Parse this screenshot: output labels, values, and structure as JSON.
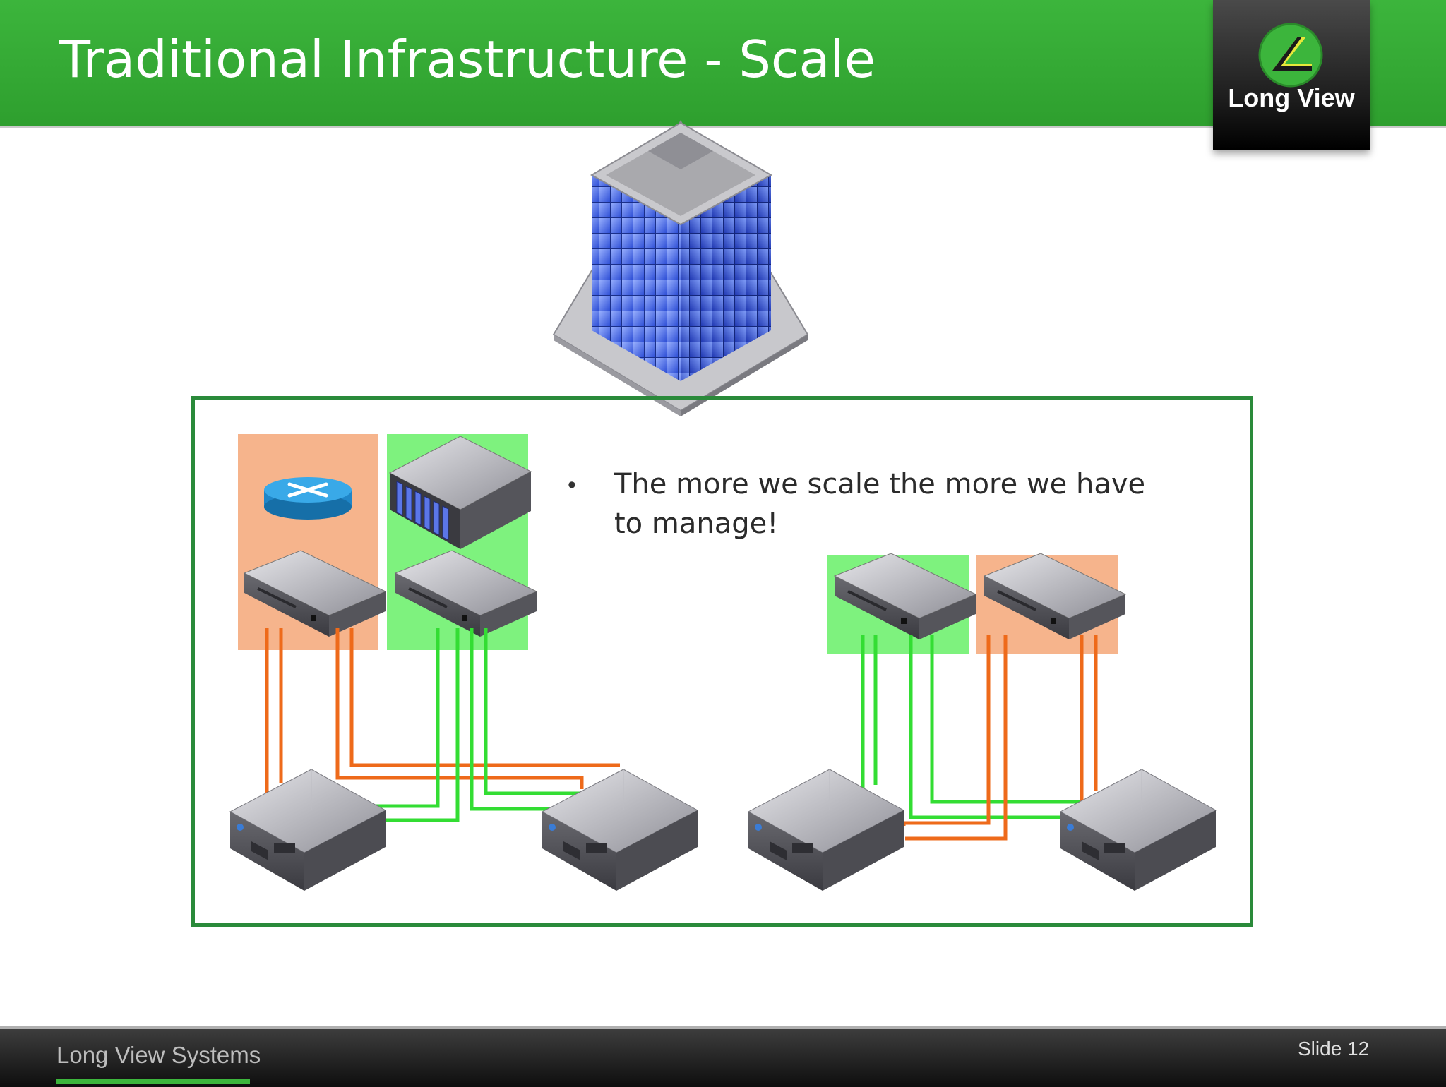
{
  "slide": {
    "title": "Traditional Infrastructure - Scale",
    "logo_text": "Long View",
    "bullet": "The more we scale the more we have to manage!",
    "footer_company": "Long View Systems",
    "slide_number": "Slide 12"
  },
  "diagram": {
    "icons": {
      "building": "office-building-icon",
      "router": "router-icon",
      "blade": "blade-server-icon",
      "switch": "network-switch-icon",
      "server": "rack-server-icon"
    },
    "colors": {
      "header_green": "#3cb53c",
      "frame_green": "#2a8a3a",
      "link_orange": "#ee6a1a",
      "link_green": "#33dd33",
      "zone_orange": "#f6b48c",
      "zone_green": "#7ef27e"
    }
  }
}
